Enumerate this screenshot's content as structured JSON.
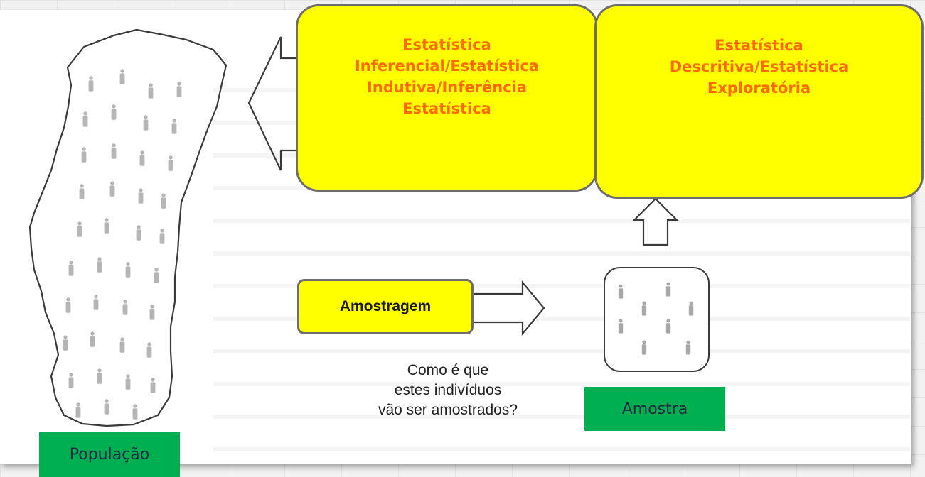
{
  "boxes": {
    "inferential": {
      "lines": [
        "Estatística",
        "Inferencial/Estatística",
        "Indutiva/Inferência",
        "Estatística"
      ]
    },
    "descriptive": {
      "lines": [
        "Estatística",
        "Descritiva/Estatística",
        "Exploratória"
      ]
    },
    "sampling": {
      "label": "Amostragem"
    }
  },
  "question": {
    "lines": [
      "Como é que",
      "estes indivíduos",
      "vão ser amostrados?"
    ]
  },
  "labels": {
    "sample": "Amostra",
    "population": "População"
  },
  "icons": {
    "map": "portugal-map-outline-icon",
    "person": "person-figure-icon",
    "arrow": "arrow-icon"
  },
  "colors": {
    "box_fill": "#ffff00",
    "box_text": "#ff6a00",
    "label_fill": "#00b050",
    "label_text": "#1f2a44",
    "border": "#6d6d6d"
  }
}
